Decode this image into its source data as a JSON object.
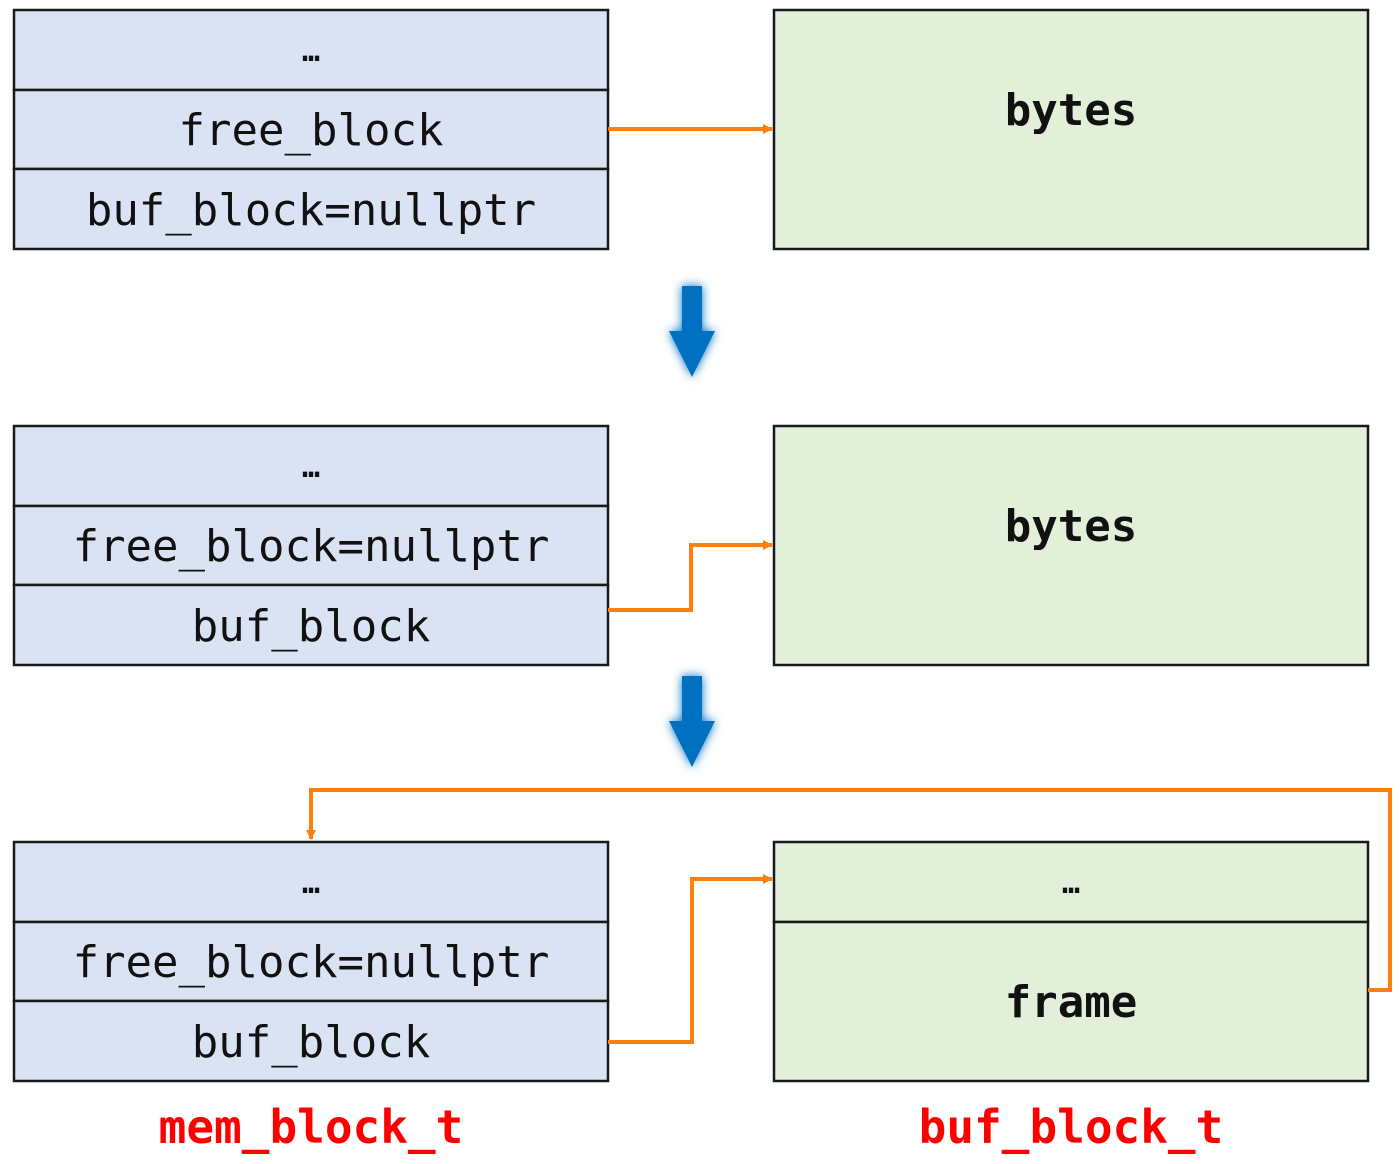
{
  "colors": {
    "mem_fill": "#dae3f3",
    "buf_fill": "#e2efd9",
    "pointer": "#ff7f0e",
    "step_arrow": "#0070c0",
    "type_label": "#ff0000"
  },
  "stage1": {
    "mem_fields": [
      "…",
      "free_block",
      "buf_block=nullptr"
    ],
    "buf_label": "bytes"
  },
  "stage2": {
    "mem_fields": [
      "…",
      "free_block=nullptr",
      "buf_block"
    ],
    "buf_label": "bytes"
  },
  "stage3": {
    "mem_fields": [
      "…",
      "free_block=nullptr",
      "buf_block"
    ],
    "buf_fields": [
      "…",
      "frame"
    ]
  },
  "type_labels": {
    "mem": "mem_block_t",
    "buf": "buf_block_t"
  },
  "icons": {
    "transition_arrow": "down-arrow-icon"
  }
}
